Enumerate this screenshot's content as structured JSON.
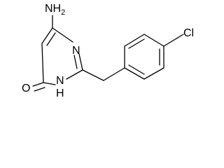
{
  "molecule": {
    "atoms": {
      "amine_n": "NH",
      "amine_sub": "2",
      "ring_n_upper": "N",
      "ring_nh_n": "N",
      "ring_nh_h": "H",
      "carbonyl_o": "O",
      "chlorine": "Cl"
    }
  },
  "colors": {
    "bond": "#000000",
    "text": "#000000",
    "background": "#ffffff"
  }
}
